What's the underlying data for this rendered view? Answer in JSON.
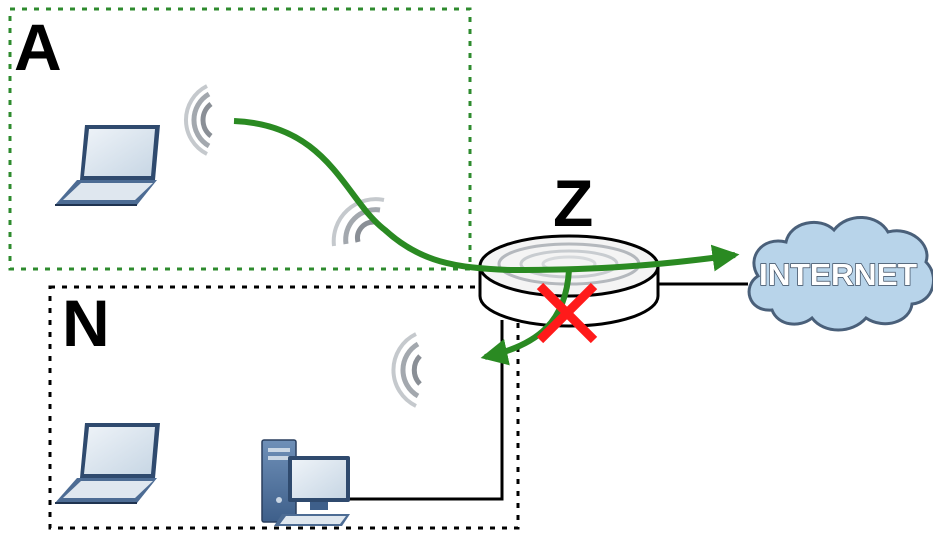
{
  "zones": {
    "a": {
      "label": "A",
      "border_color": "#2e8b2e"
    },
    "n": {
      "label": "N",
      "border_color": "#000000"
    }
  },
  "router": {
    "label": "Z"
  },
  "cloud": {
    "label": "INTERNET",
    "fill": "#b8d4ea",
    "stroke": "#4a607a"
  },
  "colors": {
    "allowed_arrow": "#2a8a22",
    "blocked_mark": "#ff1a1a",
    "cable": "#000000",
    "signal": "#8a8f96"
  },
  "icons": {
    "laptop_a": "laptop-icon",
    "laptop_n": "laptop-icon",
    "desktop_n": "desktop-computer-icon",
    "router": "wireless-router-icon",
    "cloud": "cloud-icon",
    "blocked": "x-mark-icon"
  }
}
